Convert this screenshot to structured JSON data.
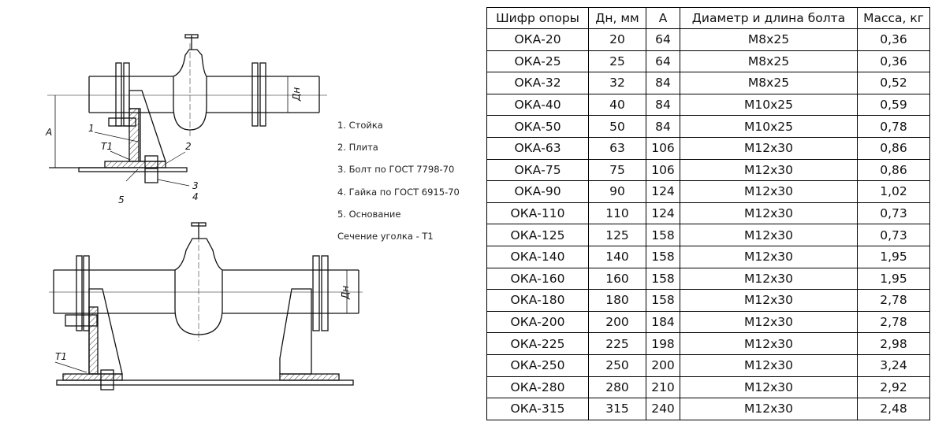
{
  "drawing": {
    "labels": {
      "part1": "1",
      "part2": "2",
      "part3": "3",
      "part4": "4",
      "part5": "5",
      "weld": "T1",
      "weld_bottom": "T1",
      "dim_a": "A",
      "dim_dn": "Дн",
      "dim_dn_bottom": "Дн"
    }
  },
  "legend": [
    "1. Стойка",
    "2. Плита",
    "3. Болт по ГОСТ 7798-70",
    "4. Гайка по ГОСТ 6915-70",
    "5. Основание",
    "Сечение уголка - Т1"
  ],
  "table": {
    "headers": [
      "Шифр опоры",
      "Дн, мм",
      "А",
      "Диаметр и длина болта",
      "Масса, кг"
    ],
    "rows": [
      [
        "ОКА-20",
        "20",
        "64",
        "M8x25",
        "0,36"
      ],
      [
        "ОКА-25",
        "25",
        "64",
        "M8x25",
        "0,36"
      ],
      [
        "ОКА-32",
        "32",
        "84",
        "M8x25",
        "0,52"
      ],
      [
        "ОКА-40",
        "40",
        "84",
        "M10x25",
        "0,59"
      ],
      [
        "ОКА-50",
        "50",
        "84",
        "M10x25",
        "0,78"
      ],
      [
        "ОКА-63",
        "63",
        "106",
        "M12x30",
        "0,86"
      ],
      [
        "ОКА-75",
        "75",
        "106",
        "M12x30",
        "0,86"
      ],
      [
        "ОКА-90",
        "90",
        "124",
        "M12x30",
        "1,02"
      ],
      [
        "ОКА-110",
        "110",
        "124",
        "M12x30",
        "0,73"
      ],
      [
        "ОКА-125",
        "125",
        "158",
        "M12x30",
        "0,73"
      ],
      [
        "ОКА-140",
        "140",
        "158",
        "M12x30",
        "1,95"
      ],
      [
        "ОКА-160",
        "160",
        "158",
        "M12x30",
        "1,95"
      ],
      [
        "ОКА-180",
        "180",
        "158",
        "M12x30",
        "2,78"
      ],
      [
        "ОКА-200",
        "200",
        "184",
        "M12x30",
        "2,78"
      ],
      [
        "ОКА-225",
        "225",
        "198",
        "M12x30",
        "2,98"
      ],
      [
        "ОКА-250",
        "250",
        "200",
        "M12x30",
        "3,24"
      ],
      [
        "ОКА-280",
        "280",
        "210",
        "M12x30",
        "2,92"
      ],
      [
        "ОКА-315",
        "315",
        "240",
        "M12x30",
        "2,48"
      ]
    ]
  }
}
